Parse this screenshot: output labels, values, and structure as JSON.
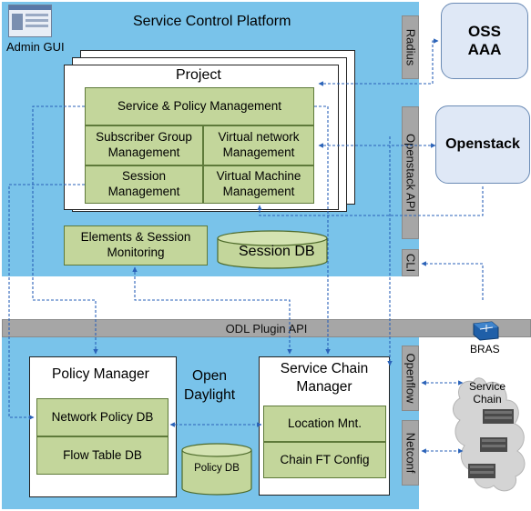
{
  "platform": {
    "title": "Service Control Platform"
  },
  "admin_gui": {
    "label": "Admin GUI"
  },
  "project": {
    "title": "Project",
    "service_policy": "Service & Policy Management",
    "subscriber_group": "Subscriber Group Management",
    "virtual_network": "Virtual network Management",
    "session_mgmt": "Session Management",
    "virtual_machine": "Virtual Machine Management"
  },
  "monitoring": {
    "label": "Elements & Session Monitoring"
  },
  "session_db": {
    "label": "Session DB"
  },
  "interfaces": {
    "radius": "Radius",
    "openstack_api": "Openstack API",
    "cli": "CLI",
    "openflow": "Openflow",
    "netconf": "Netconf",
    "odl_plugin_api": "ODL Plugin API"
  },
  "external": {
    "oss_line1": "OSS",
    "oss_line2": "AAA",
    "openstack": "Openstack",
    "bras": "BRAS",
    "service_chain": "Service Chain"
  },
  "odl": {
    "title": "Open Daylight",
    "policy_manager": "Policy Manager",
    "network_policy_db": "Network Policy DB",
    "flow_table_db": "Flow Table DB",
    "policy_db": "Policy DB",
    "service_chain_manager": "Service Chain Manager",
    "location_mnt": "Location Mnt.",
    "chain_ft_config": "Chain FT Config"
  }
}
